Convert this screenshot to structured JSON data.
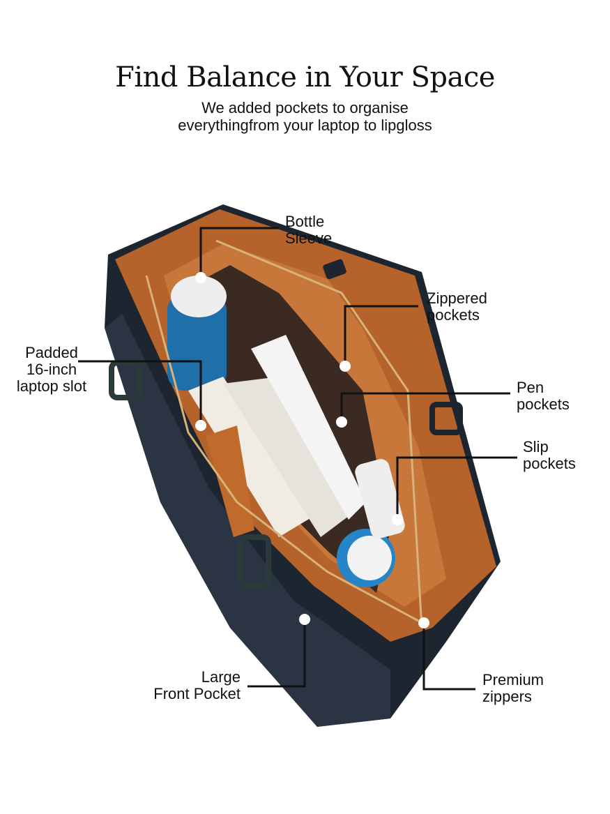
{
  "header": {
    "title": "Find Balance in Your Space",
    "subtitle_line1": "We added pockets to organise",
    "subtitle_line2": "everythingfrom your laptop to lipgloss"
  },
  "callouts": {
    "bottle": [
      "Bottle",
      "Sleeve"
    ],
    "zippered": [
      "Zippered",
      "pockets"
    ],
    "laptop": [
      "Padded",
      "16-inch",
      "laptop slot"
    ],
    "pen": [
      "Pen",
      "pockets"
    ],
    "slip": [
      "Slip",
      "pockets"
    ],
    "front": [
      "Large",
      "Front Pocket"
    ],
    "zippers": [
      "Premium",
      "zippers"
    ]
  },
  "colors": {
    "bag_outer": "#1c2530",
    "bag_lining": "#b5632a",
    "bottle": "#1f6fa8",
    "line": "#111111"
  }
}
